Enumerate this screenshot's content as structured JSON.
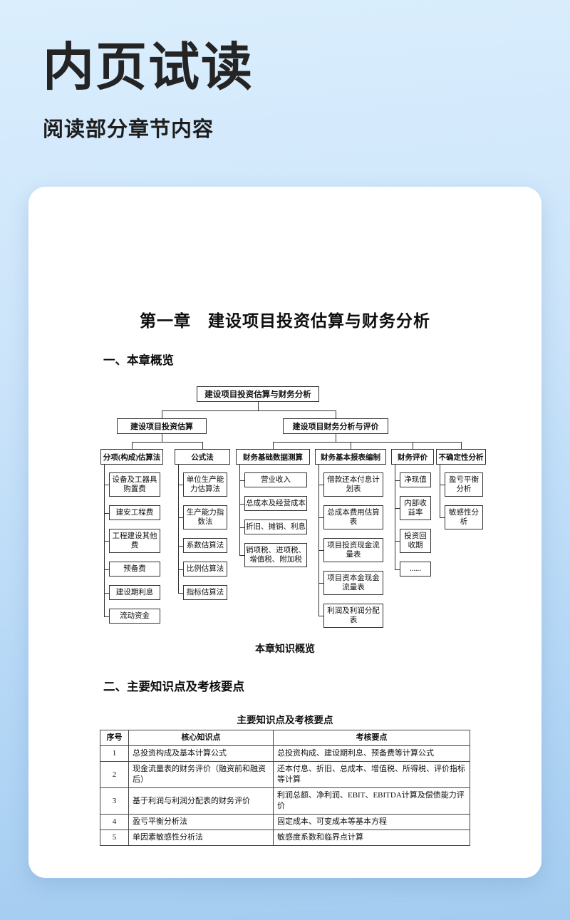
{
  "banner": {
    "title": "内页试读",
    "subtitle": "阅读部分章节内容"
  },
  "page": {
    "chapter_title": "第一章　建设项目投资估算与财务分析",
    "section1_heading": "一、本章概览",
    "section2_heading": "二、主要知识点及考核要点",
    "diagram": {
      "root": "建设项目投资估算与财务分析",
      "caption": "本章知识概览",
      "branches": [
        {
          "label": "建设项目投资估算",
          "columns": [
            {
              "label": "分项(构成)估算法",
              "children": [
                "设备及工器具购置费",
                "建安工程费",
                "工程建设其他费",
                "预备费",
                "建设期利息",
                "流动资金"
              ]
            },
            {
              "label": "公式法",
              "children": [
                "单位生产能力估算法",
                "生产能力指数法",
                "系数估算法",
                "比例估算法",
                "指标估算法"
              ]
            }
          ]
        },
        {
          "label": "建设项目财务分析与评价",
          "columns": [
            {
              "label": "财务基础数据测算",
              "children": [
                "营业收入",
                "总成本及经营成本",
                "折旧、摊销、利息",
                "销项税、进项税、增值税、附加税"
              ]
            },
            {
              "label": "财务基本报表编制",
              "children": [
                "借款还本付息计划表",
                "总成本费用估算表",
                "项目投资现金流量表",
                "项目资本金现金流量表",
                "利润及利润分配表"
              ]
            },
            {
              "label": "财务评价",
              "children": [
                "净现值",
                "内部收益率",
                "投资回收期",
                "......"
              ]
            },
            {
              "label": "不确定性分析",
              "children": [
                "盈亏平衡分析",
                "敏感性分析"
              ]
            }
          ]
        }
      ]
    },
    "table": {
      "title": "主要知识点及考核要点",
      "headers": [
        "序号",
        "核心知识点",
        "考核要点"
      ],
      "rows": [
        [
          "1",
          "总投资构成及基本计算公式",
          "总投资构成、建设期利息、预备费等计算公式"
        ],
        [
          "2",
          "现金流量表的财务评价（融资前和融资后）",
          "还本付息、折旧、总成本、增值税、所得税、评价指标等计算"
        ],
        [
          "3",
          "基于利润与利润分配表的财务评价",
          "利润总额、净利润、EBIT、EBITDA计算及偿债能力评价"
        ],
        [
          "4",
          "盈亏平衡分析法",
          "固定成本、可变成本等基本方程"
        ],
        [
          "5",
          "单因素敏感性分析法",
          "敏感度系数和临界点计算"
        ]
      ]
    }
  },
  "colors": {
    "background_top": "#daeefd",
    "background_bottom": "#a3ccf0",
    "banner_text": "#242424",
    "card_background": "#ffffff",
    "diagram_line": "#333333"
  }
}
